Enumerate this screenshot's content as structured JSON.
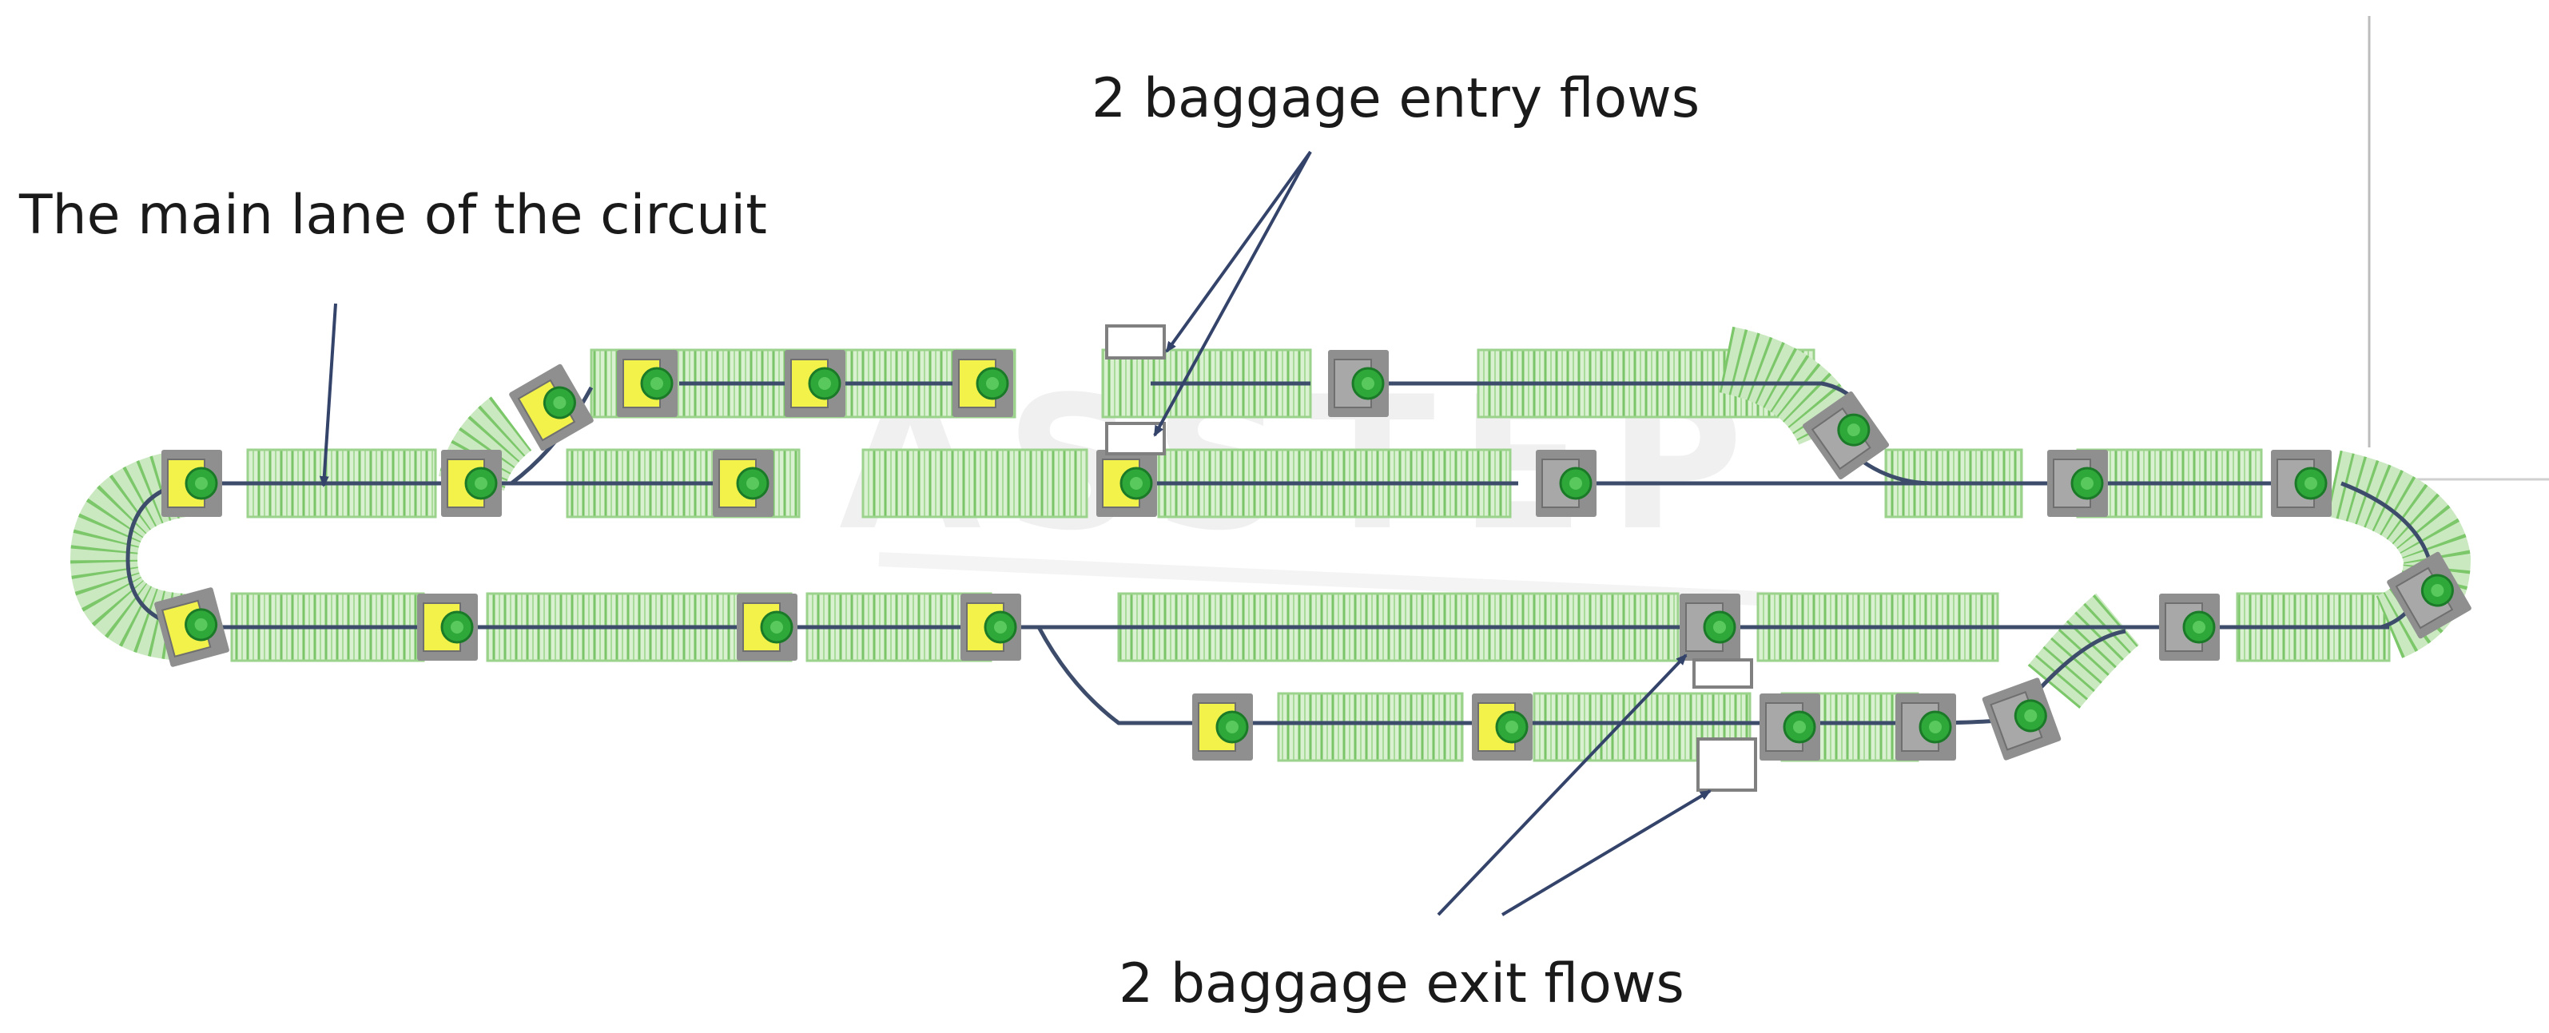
{
  "annotations": {
    "main_lane": "The main lane of the circuit",
    "entry_flows": "2 baggage entry flows",
    "exit_flows": "2 baggage exit flows"
  },
  "colors": {
    "conveyor_fill": "#d7efcf",
    "conveyor_stripe": "#7cc76a",
    "node_green": "#2fa83a",
    "node_green_light": "#59c95d",
    "yellow_unit": "#f2f24a",
    "gray_unit": "#9e9e9e",
    "track_line": "#3d4c6b",
    "arrow": "#34436a",
    "watermark": "#e6e6e6"
  },
  "icons": {
    "node": "green-circle-node-icon",
    "yellow_unit": "yellow-transfer-unit-icon",
    "gray_unit": "gray-transfer-unit-icon"
  }
}
